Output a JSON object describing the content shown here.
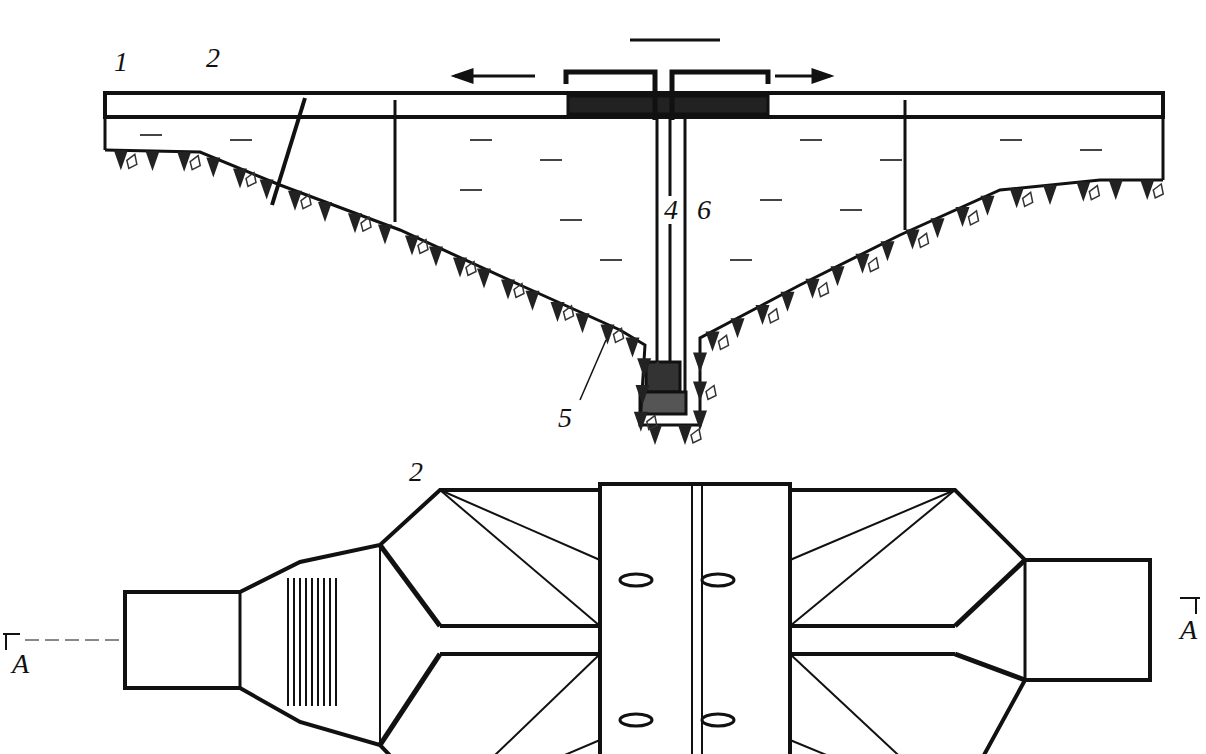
{
  "diagram": {
    "labels": [
      "1",
      "2",
      "4",
      "6",
      "5",
      "2",
      "A",
      "A"
    ]
  }
}
